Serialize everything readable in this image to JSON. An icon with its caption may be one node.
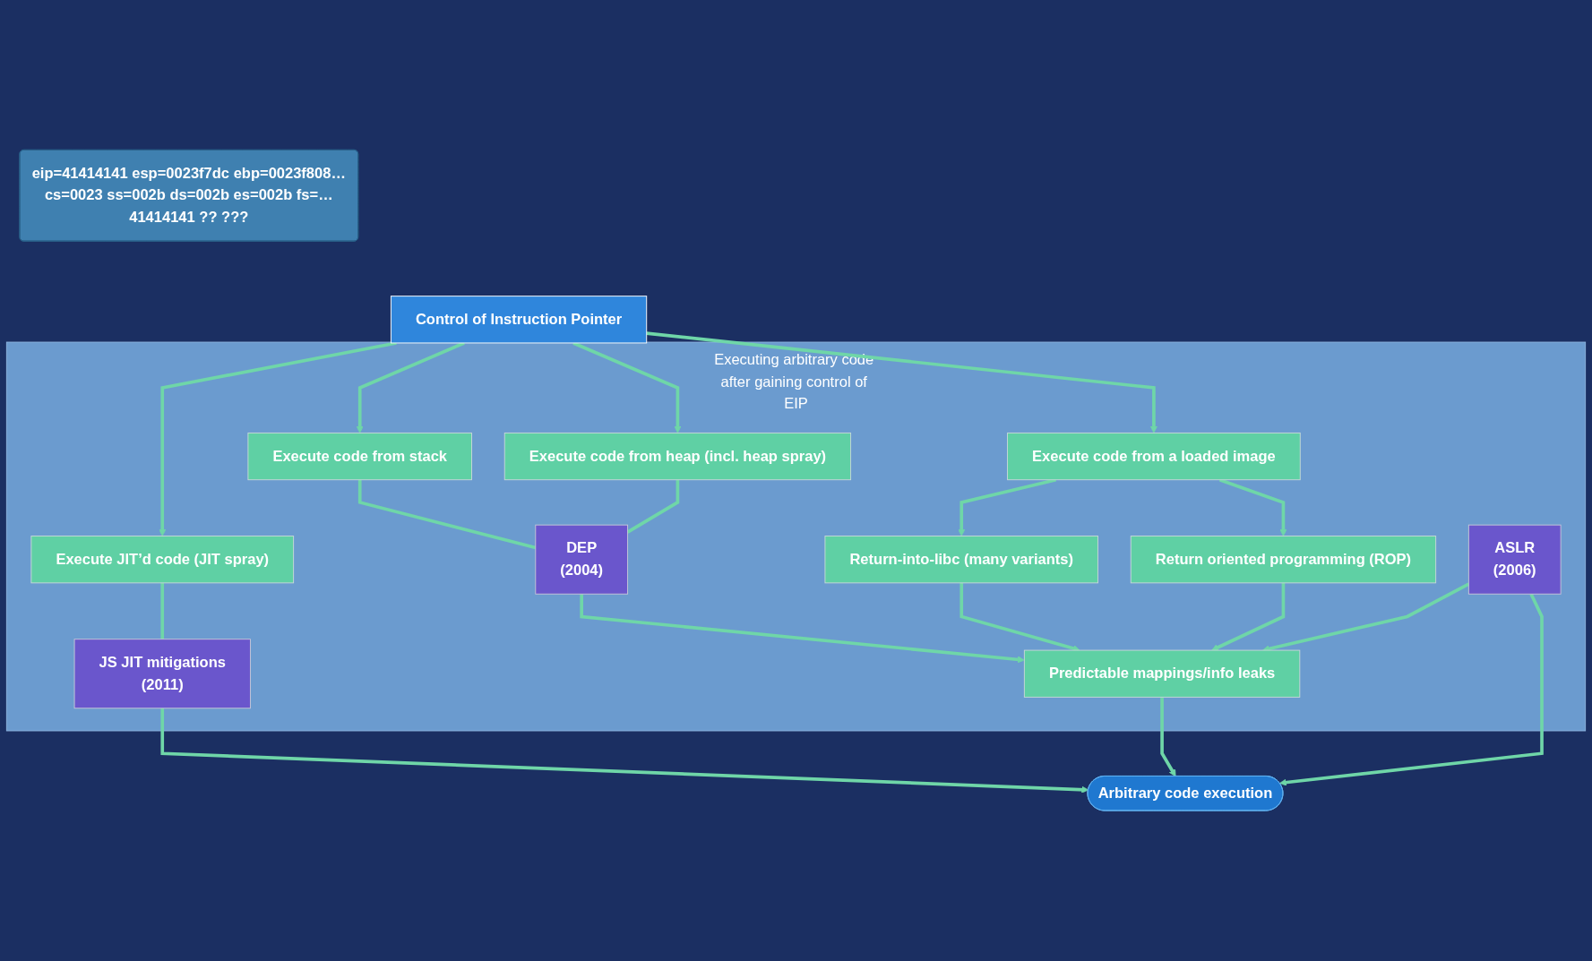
{
  "diagram": {
    "nodes": [
      {
        "text": [
          "Control of Instruction Pointer"
        ]
      },
      {
        "text": [
          "eip=41414141 esp=0023f7dc ebp=0023f808…",
          "cs=0023 ss=002b ds=002b es=002b fs=…",
          "41414141 ?? ???"
        ]
      },
      {
        "text": [
          "Executing arbitrary code after gaining control of EIP"
        ]
      },
      {
        "text": [
          "Execute code from stack"
        ],
        "in": 2
      },
      {
        "text": [
          "Execute code from heap (incl. heap spray)"
        ],
        "in": 2
      },
      {
        "text": [
          "Execute JIT’d code (JIT spray)"
        ],
        "in": 2
      },
      {
        "text": [
          "Execute code from a loaded image"
        ],
        "in": 2
      },
      {
        "text": [
          "DEP",
          "(2004)"
        ],
        "in": 2
      },
      {
        "text": [
          "JS JIT mitigations",
          "(2011)"
        ],
        "in": 2
      },
      {
        "text": [
          "Return-into-libc (many variants)"
        ],
        "in": 2
      },
      {
        "text": [
          "Return oriented programming (ROP)"
        ],
        "in": 2
      },
      {
        "text": [
          "ASLR",
          "(2006)"
        ],
        "in": 2
      },
      {
        "text": [
          "Predictable mappings/info leaks"
        ],
        "in": 2
      },
      {
        "text": [
          "Arbitrary code execution"
        ]
      }
    ],
    "edges": [
      {
        "from": 0,
        "to": 3,
        "arrow": "to"
      },
      {
        "from": 0,
        "to": 4,
        "arrow": "to"
      },
      {
        "from": 0,
        "to": 5,
        "arrow": "to"
      },
      {
        "from": 0,
        "to": 6,
        "arrow": "to"
      },
      {
        "from": 3,
        "to": 7,
        "arrow": "none"
      },
      {
        "from": 4,
        "to": 7,
        "arrow": "none"
      },
      {
        "from": 5,
        "to": 8,
        "arrow": "none"
      },
      {
        "from": 6,
        "to": 9,
        "arrow": "to"
      },
      {
        "from": 6,
        "to": 10,
        "arrow": "to"
      },
      {
        "from": 7,
        "to": 12,
        "arrow": "to"
      },
      {
        "from": 9,
        "to": 12,
        "arrow": "to"
      },
      {
        "from": 10,
        "to": 12,
        "arrow": "to"
      },
      {
        "from": 11,
        "to": 12,
        "arrow": "to"
      },
      {
        "from": 8,
        "to": 13,
        "arrow": "to"
      },
      {
        "from": 12,
        "to": 13,
        "arrow": "to"
      },
      {
        "from": 11,
        "to": 13,
        "arrow": "to"
      }
    ]
  }
}
